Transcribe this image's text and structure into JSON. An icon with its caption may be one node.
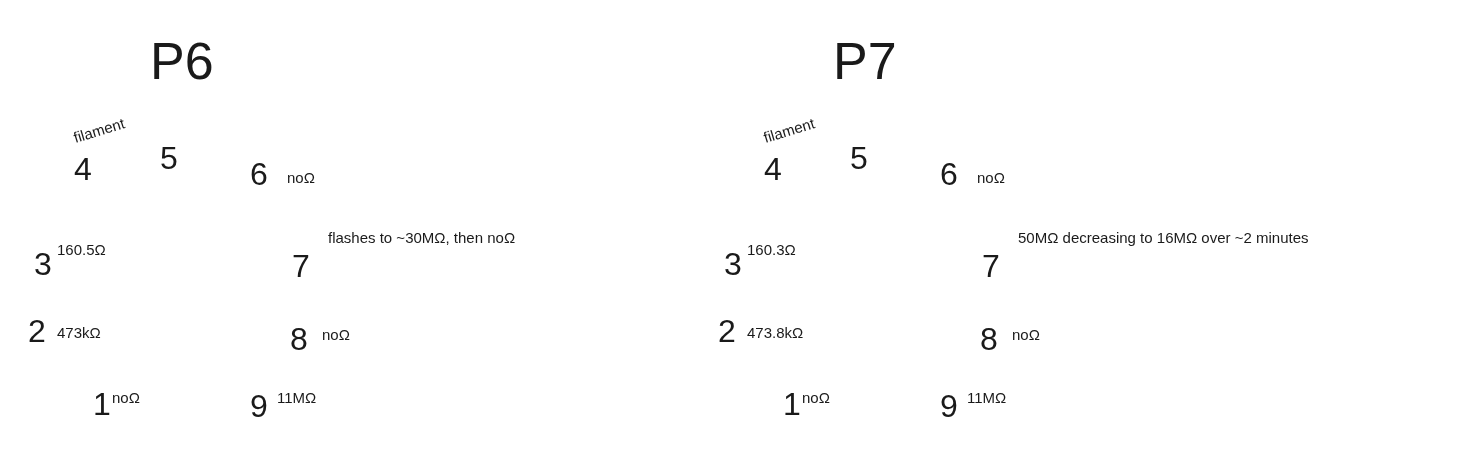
{
  "diagram": {
    "labels": [
      "P6",
      "filament",
      "5",
      "4",
      "6",
      "noΩ",
      "3",
      "160.5Ω",
      "7",
      "flashes to ~30MΩ, then noΩ",
      "2",
      "473kΩ",
      "8",
      "noΩ",
      "1",
      "noΩ",
      "9",
      "11MΩ",
      "P7",
      "filament",
      "5",
      "4",
      "6",
      "noΩ",
      "3",
      "160.3Ω",
      "7",
      "50MΩ decreasing to 16MΩ over ~2 minutes",
      "2",
      "473.8kΩ",
      "8",
      "noΩ",
      "1",
      "noΩ",
      "9",
      "11MΩ"
    ]
  }
}
